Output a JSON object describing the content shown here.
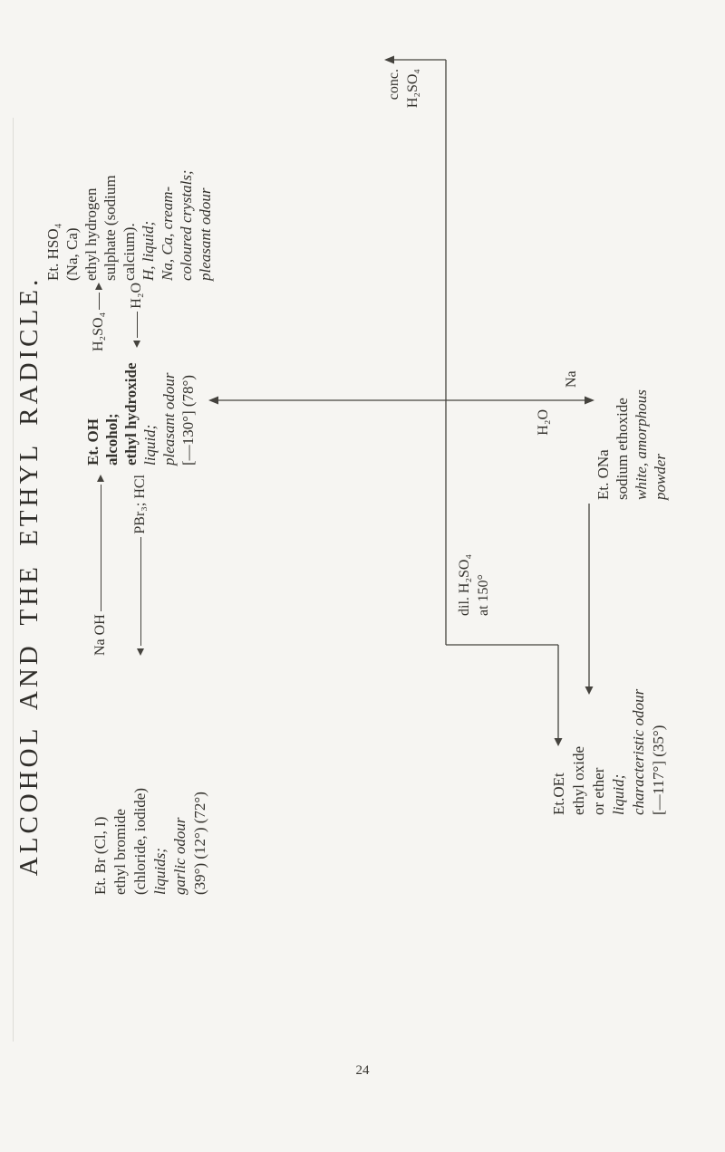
{
  "page": {
    "number": "24"
  },
  "title": "ALCOHOL AND THE ETHYL RADICLE.",
  "blocks": {
    "et_hso4": {
      "lines": [
        "Et. HSO₄",
        "(Na, Ca)",
        "ethyl hydrogen",
        "sulphate (sodium",
        "calcium).",
        "H, liquid;",
        "Na, Ca, cream-",
        "coloured crystals;",
        "pleasant odour"
      ]
    },
    "et_oh": {
      "lines": [
        "Et. OH",
        "alcohol;",
        "ethyl hydroxide",
        "liquid;",
        "pleasant odour",
        "[—130°] (78°)"
      ]
    },
    "et_br": {
      "lines": [
        "Et. Br (Cl, I)",
        "ethyl bromide",
        "(chloride, iodide)",
        "liquids;",
        "garlic odour",
        "(39°) (12°) (72°)"
      ]
    },
    "et_ona": {
      "lines": [
        "Et. ONa",
        "sodium ethoxide",
        "white, amorphous",
        "powder"
      ]
    },
    "et_oet": {
      "lines": [
        "Et.OEt",
        "ethyl oxide",
        "or ether",
        "liquid;",
        "characteristic odour",
        "[—117°] (35°)"
      ]
    }
  },
  "arrows": {
    "naoh": "Na OH",
    "pbr3": "PBr₃; HCl",
    "h2so4": "H₂SO₄",
    "h2o": "H₂O",
    "conc_line1": "conc.",
    "conc_line2": "H₂SO₄",
    "dil_line1": "dil. H₂SO₄",
    "dil_line2": "at 150°",
    "na": "Na",
    "h2o_vert": "H₂O"
  },
  "colors": {
    "ink": "#34322d",
    "line": "#45433e",
    "paper": "#f6f5f2"
  }
}
